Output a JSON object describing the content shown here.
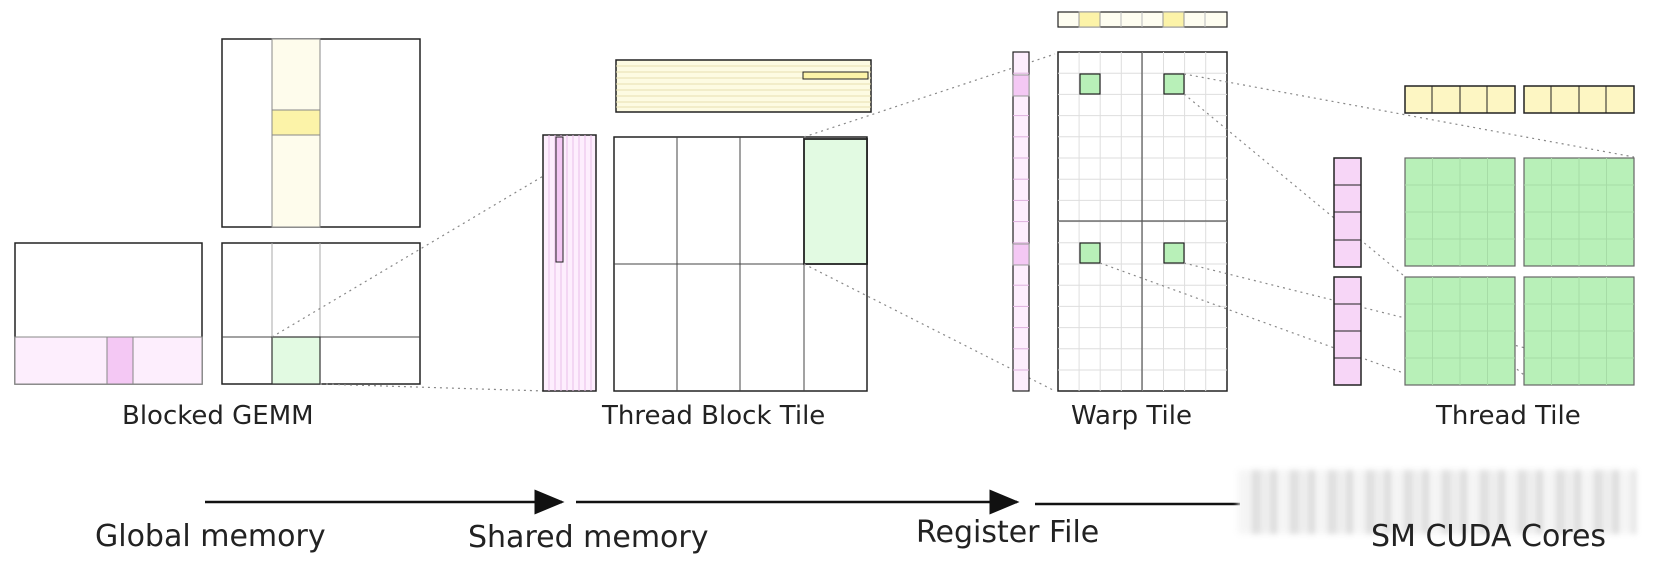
{
  "stages": {
    "blocked_gemm": "Blocked GEMM",
    "thread_block_tile": "Thread Block Tile",
    "warp_tile": "Warp Tile",
    "thread_tile": "Thread Tile"
  },
  "memory": {
    "global": "Global memory",
    "shared": "Shared memory",
    "register": "Register File",
    "cores": "SM CUDA Cores"
  },
  "colors": {
    "a_tile": "#f7d6f7",
    "a_tile_light": "#fdeefd",
    "b_tile": "#fdf6c3",
    "b_tile_light": "#fefdf0",
    "c_tile": "#b8f0b8",
    "c_tile_light": "#e6fae6",
    "stroke": "#222222",
    "arrow": "#111111"
  }
}
